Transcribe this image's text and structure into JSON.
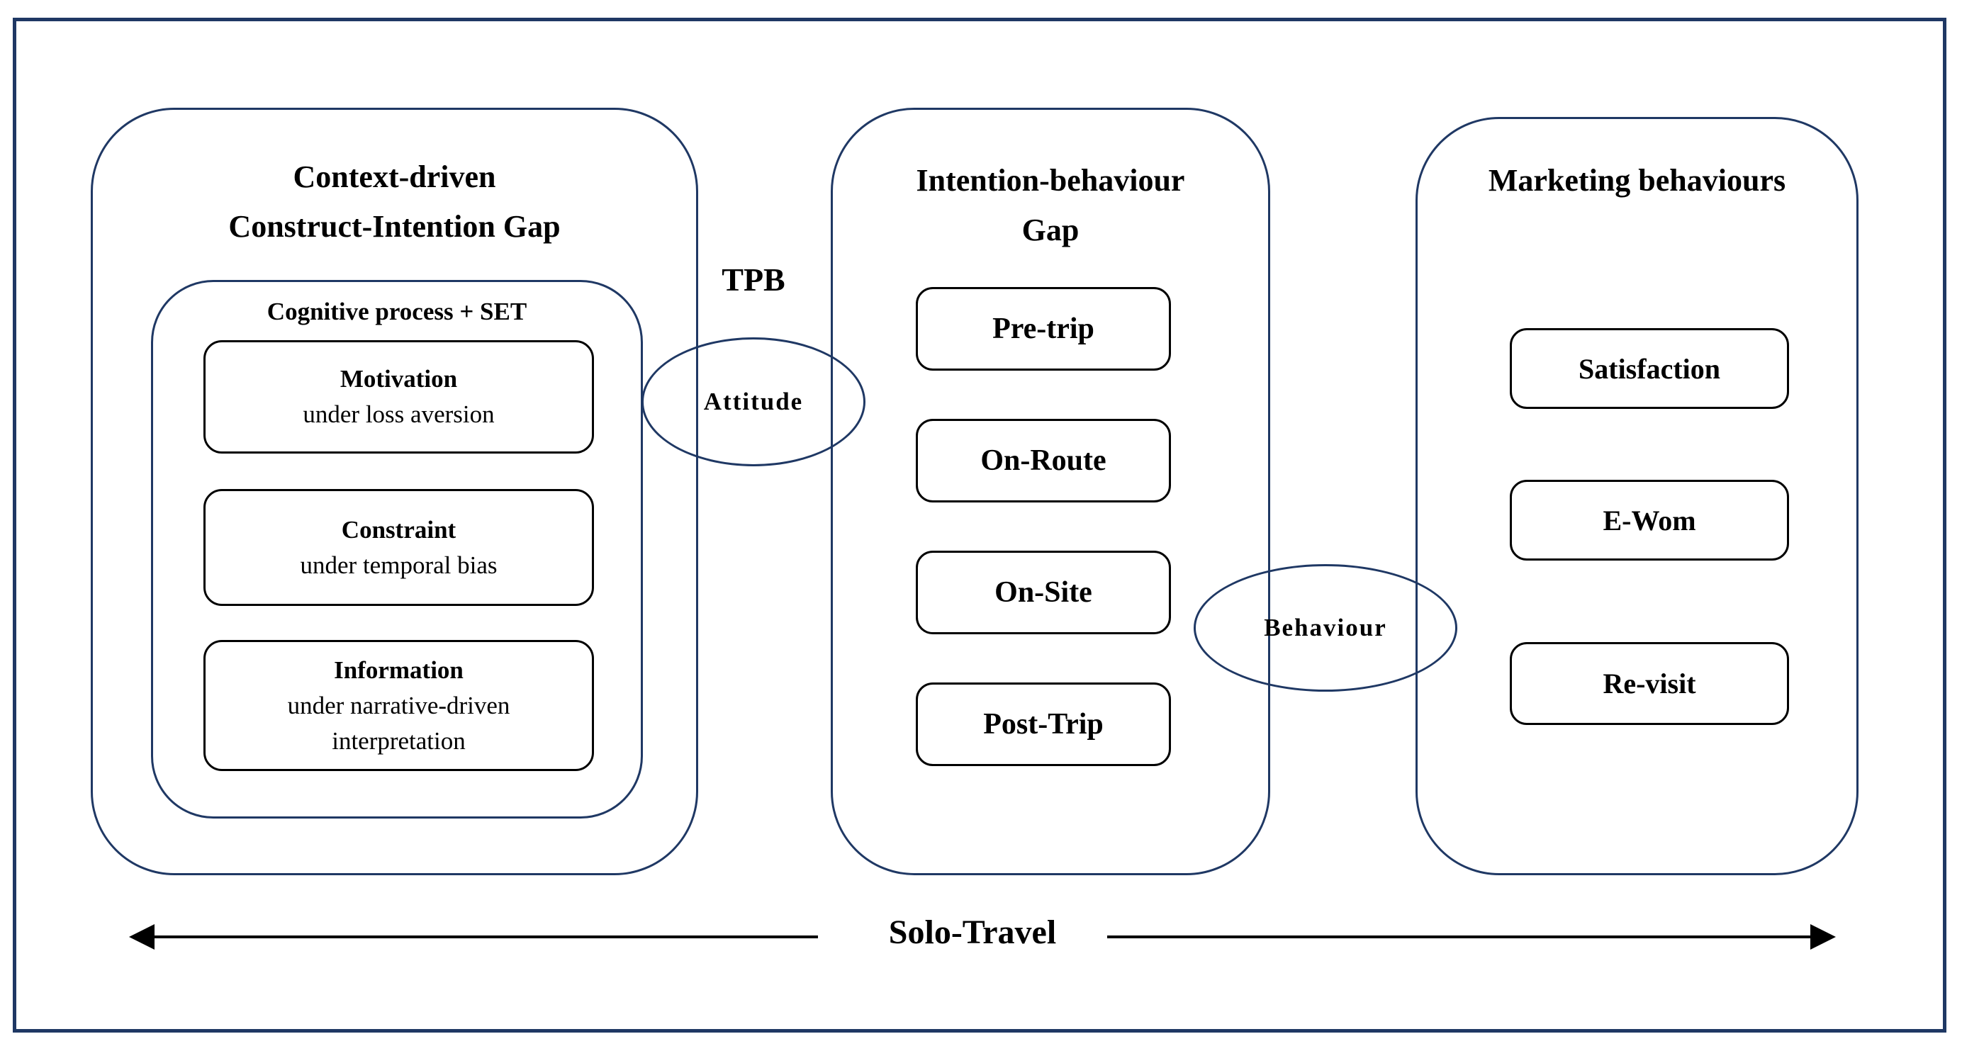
{
  "colors": {
    "frame_navy": "#1F3864",
    "node_black": "#000000",
    "background": "#ffffff"
  },
  "panels": {
    "left": {
      "title_line1": "Context-driven",
      "title_line2": "Construct-Intention Gap",
      "inner_label": "Cognitive process + SET",
      "boxes": [
        {
          "title": "Motivation",
          "subtitle": "under loss aversion"
        },
        {
          "title": "Constraint",
          "subtitle": "under temporal bias"
        },
        {
          "title": "Information",
          "subtitle": "under narrative-driven interpretation"
        }
      ]
    },
    "middle": {
      "title_line1": "Intention-behaviour",
      "title_line2": "Gap",
      "boxes": [
        "Pre-trip",
        "On-Route",
        "On-Site",
        "Post-Trip"
      ]
    },
    "right": {
      "title": "Marketing behaviours",
      "boxes": [
        "Satisfaction",
        "E-Wom",
        "Re-visit"
      ]
    }
  },
  "connectors": {
    "tpb_label": "TPB",
    "attitude_label": "Attitude",
    "behaviour_label": "Behaviour"
  },
  "bottom": {
    "label": "Solo-Travel"
  }
}
